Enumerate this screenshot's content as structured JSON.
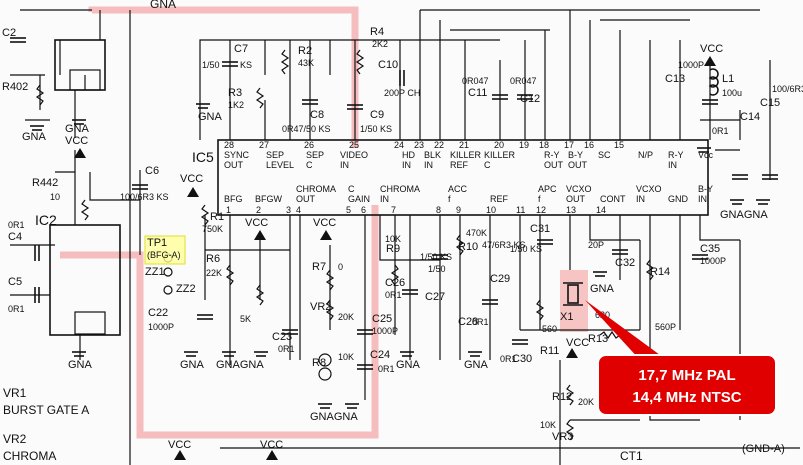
{
  "ic5": {
    "ref": "IC5",
    "top_pins": [
      "28",
      "27",
      "26",
      "25",
      "24",
      "23",
      "22",
      "21",
      "20",
      "19",
      "18",
      "17",
      "16",
      "15"
    ],
    "top_labels": [
      "SYNC OUT",
      "SEP LEVEL",
      "SEP C",
      "VIDEO IN",
      "HD IN",
      "BLK IN",
      "KILLER REF",
      "KILLER C",
      "R-Y OUT",
      "B-Y OUT",
      "SC",
      "N/P",
      "R-Y IN",
      "Vcc"
    ],
    "bottom_pins": [
      "1",
      "2",
      "3",
      "4",
      "5",
      "6",
      "7",
      "8",
      "9",
      "10",
      "11",
      "12",
      "13",
      "14"
    ],
    "bottom_labels": [
      "BFG",
      "BFGW",
      "CHROMA OUT",
      "C GAIN",
      "CHROMA IN",
      "ACC f",
      "REF",
      "APC f",
      "VCXO OUT",
      "CONT",
      "VCXO IN",
      "GND",
      "B-Y IN"
    ]
  },
  "ic2": {
    "ref": "IC2"
  },
  "components": [
    "C7",
    "KS",
    "R2",
    "43K",
    "R3",
    "1K2",
    "C8",
    "0R47/50 KS",
    "C9",
    "1/50 KS",
    "C10",
    "200P CH",
    "R4",
    "2K2",
    "C11",
    "0R047",
    "C12",
    "0R047",
    "C13",
    "1000P",
    "L1",
    "100u",
    "C14",
    "0R1",
    "C15",
    "100/6R3 KS",
    "C6",
    "100/6R3 KS",
    "R442",
    "10",
    "R1",
    "750K",
    "R6",
    "22K",
    "C22",
    "1000P",
    "C23",
    "0R1",
    "R7",
    "0",
    "VR2",
    "20K",
    "R8",
    "10K",
    "C25",
    "1000P",
    "C24",
    "0R1",
    "C26",
    "0R1",
    "R9",
    "10K",
    "C27",
    "1/50 KS",
    "R10",
    "470K",
    "C28",
    "0R1",
    "C29",
    "47/6R3 KS",
    "C30",
    "0R1",
    "C31",
    "1/50 KS",
    "R11",
    "560",
    "C32",
    "20P",
    "R13",
    "620",
    "R14",
    "560P",
    "C35",
    "1000P",
    "X1",
    "R12",
    "20K",
    "VR3",
    "10K",
    "C2",
    "R402",
    "C4",
    "0R1",
    "C5",
    "0R1",
    "1/50",
    "1/50",
    "5K"
  ],
  "supply_labels": {
    "vcc": "VCC",
    "gna": "GNA",
    "gnagna": "GNAGNA",
    "gnd_a": "(GND-A)"
  },
  "test_point": {
    "label": "TP1",
    "sub": "(BFG-A)"
  },
  "zz_labels": [
    "ZZ1",
    "ZZ2"
  ],
  "ct_label": "CT1",
  "legend": {
    "vr1_ref": "VR1",
    "vr1_name": "BURST GATE A",
    "vr2_ref": "VR2",
    "vr2_name": "CHROMA"
  },
  "callout": {
    "line1": "17,7 MHz PAL",
    "line2": "14,4 MHz NTSC",
    "color": "#e00000"
  },
  "highlight_color": "#f08a8a"
}
